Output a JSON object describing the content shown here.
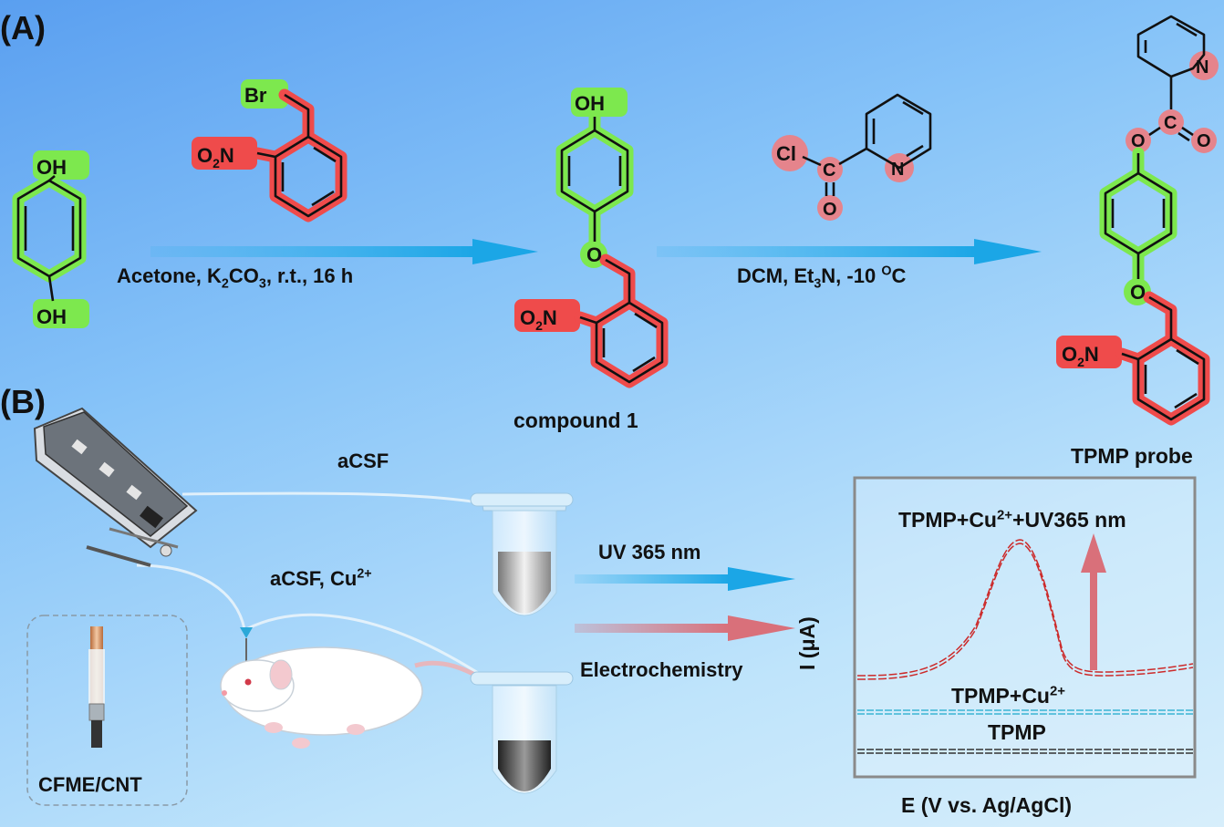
{
  "panels": {
    "a_label": "(A)",
    "b_label": "(B)"
  },
  "reaction": {
    "step1_conditions_pre": "Acetone, K",
    "step1_sub1": "2",
    "step1_mid": "CO",
    "step1_sub2": "3",
    "step1_post": ", r.t., 16 h",
    "step2_conditions_pre": "DCM, Et",
    "step2_sub": "3",
    "step2_mid": "N, -10 ",
    "step2_sup": "O",
    "step2_post": "C",
    "compound1_name": "compound 1",
    "probe_name": "TPMP probe"
  },
  "atoms": {
    "oh": "OH",
    "br": "Br",
    "o2n_o": "O",
    "o2n_sub": "2",
    "o2n_n": "N",
    "o": "O",
    "cl": "Cl",
    "c": "C",
    "n": "N"
  },
  "setup": {
    "acsf_label": "aCSF",
    "acsf_cu_pre": "aCSF, Cu",
    "acsf_cu_sup": "2+",
    "uv_label": "UV 365 nm",
    "ec_label": "Electrochemistry",
    "electrode_label": "CFME/CNT"
  },
  "plot": {
    "top_label_pre": "TPMP+Cu",
    "top_label_sup": "2+",
    "top_label_post": "+UV365 nm",
    "mid_label_pre": "TPMP+Cu",
    "mid_label_sup": "2+",
    "bottom_label": "TPMP",
    "ylabel": "I (μA)",
    "xlabel": "E (V vs. Ag/AgCl)"
  },
  "colors": {
    "green_highlight": "#7de84e",
    "red_highlight": "#ef4b4b",
    "pink_highlight": "#e5848c",
    "blue_arrow": "#2ab0ea",
    "red_arrow": "#d9707a",
    "curve_red": "#cc2a2a",
    "curve_cyan": "#3ab4d4",
    "curve_black": "#333333"
  }
}
